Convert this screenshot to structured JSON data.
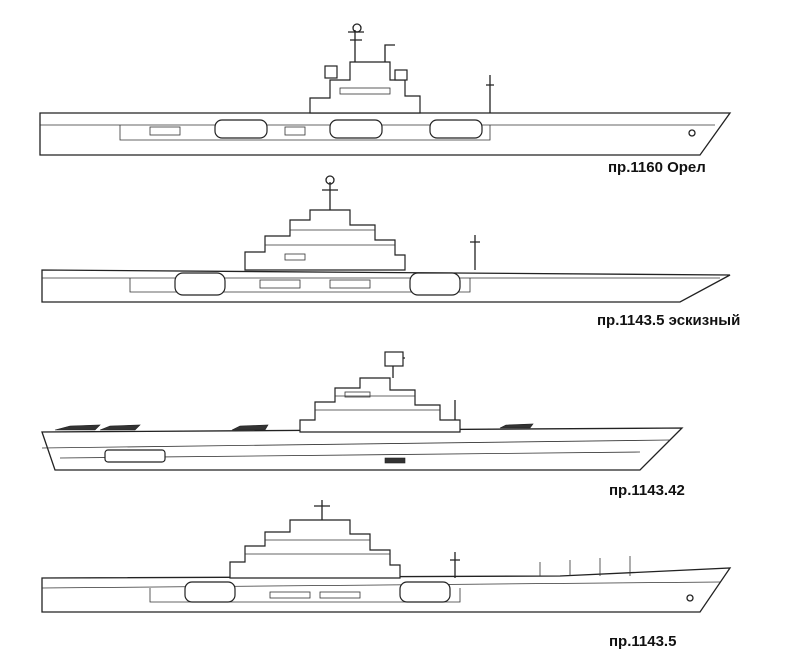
{
  "ships": [
    {
      "caption": "пр.1160 Орел"
    },
    {
      "caption": "пр.1143.5 эскизный"
    },
    {
      "caption": "пр.1143.42"
    },
    {
      "caption": "пр.1143.5"
    }
  ]
}
